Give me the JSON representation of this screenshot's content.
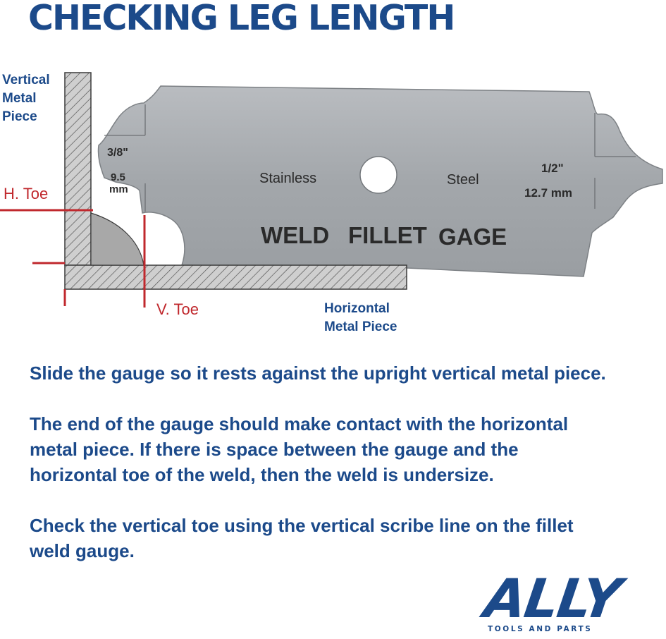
{
  "title": "CHECKING LEG LENGTH",
  "labels": {
    "vertical_piece": [
      "Vertical",
      "Metal",
      "Piece"
    ],
    "h_toe": "H. Toe",
    "v_toe": "V. Toe",
    "horizontal_piece": [
      "Horizontal",
      "Metal Piece"
    ]
  },
  "gauge": {
    "left_size": "3/8\"",
    "left_mm": [
      "9.5",
      "mm"
    ],
    "right_size": "1/2\"",
    "right_mm": "12.7 mm",
    "word_left": "Stainless",
    "word_right": "Steel",
    "name_words": [
      "WELD",
      "FILLET",
      "GAGE"
    ]
  },
  "instructions": [
    [
      "Slide the gauge so it rests against the upright vertical metal piece."
    ],
    [
      "The end of the gauge should make contact with the horizontal",
      "metal piece. If there is space between the gauge and the",
      "horizontal toe of the weld, then the weld is undersize."
    ],
    [
      "Check the vertical toe using the vertical scribe line on the fillet",
      "weld gauge."
    ]
  ],
  "logo": {
    "word": "ALLY",
    "tagline": "TOOLS AND PARTS"
  },
  "colors": {
    "brand_blue": "#1c4a8a",
    "toe_red": "#c0282d",
    "steel": "#a9adb1",
    "hatch_fill": "#c8c8c8"
  }
}
